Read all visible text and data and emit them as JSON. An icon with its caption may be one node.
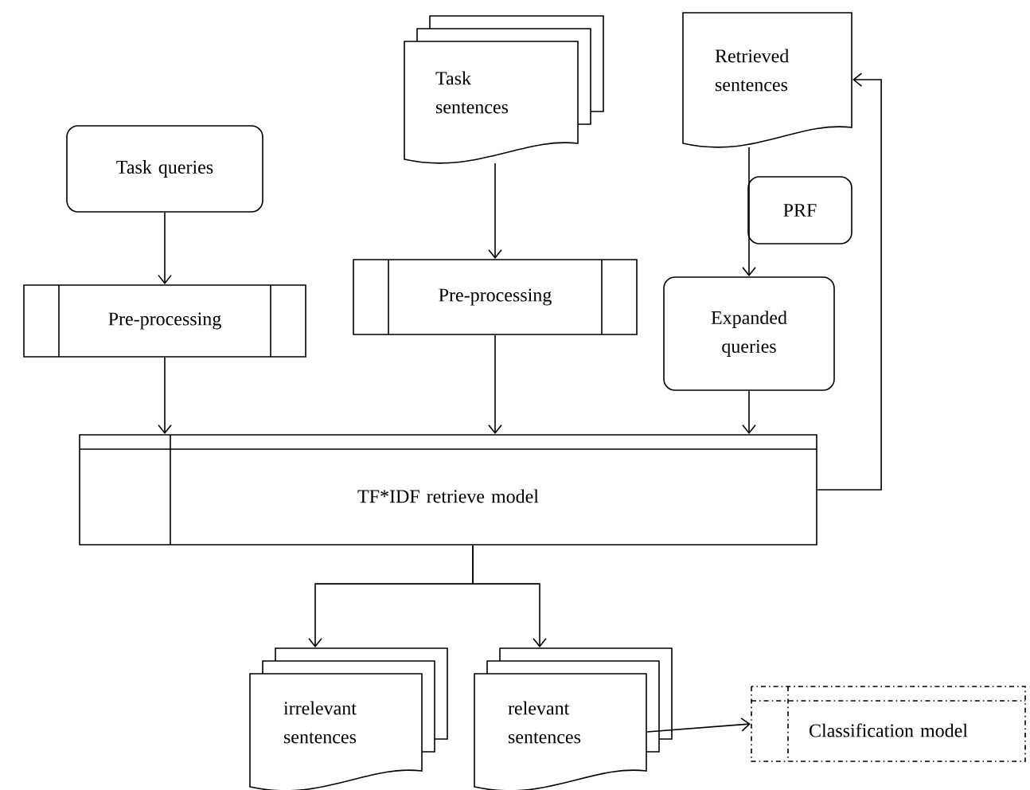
{
  "diagram": {
    "nodes": [
      {
        "text": [
          "Task queries"
        ]
      },
      {
        "text": [
          "Task sentences"
        ]
      },
      {
        "text": [
          "Retrieved sentences"
        ]
      },
      {
        "text": [
          "PRF"
        ]
      },
      {
        "text": [
          "Pre-processing"
        ]
      },
      {
        "text": [
          "Pre-processing"
        ]
      },
      {
        "text": [
          "Expanded queries"
        ]
      },
      {
        "text": [
          "TF*IDF retrieve model"
        ]
      },
      {
        "text": [
          "irrelevant sentences"
        ]
      },
      {
        "text": [
          "relevant sentences"
        ]
      },
      {
        "text": [
          "Classification model"
        ]
      }
    ],
    "edges": [
      {
        "from": 0,
        "to": 4,
        "arrow": "to"
      },
      {
        "from": 1,
        "to": 5,
        "arrow": "to"
      },
      {
        "from": 2,
        "to": 6,
        "arrow": "to"
      },
      {
        "from": 4,
        "to": 7,
        "arrow": "to"
      },
      {
        "from": 5,
        "to": 7,
        "arrow": "to"
      },
      {
        "from": 6,
        "to": 7,
        "arrow": "to"
      },
      {
        "from": 7,
        "to": 2,
        "arrow": "to"
      },
      {
        "from": 7,
        "to": 8,
        "arrow": "to"
      },
      {
        "from": 7,
        "to": 9,
        "arrow": "to"
      },
      {
        "from": 9,
        "to": 10,
        "arrow": "to"
      }
    ]
  }
}
